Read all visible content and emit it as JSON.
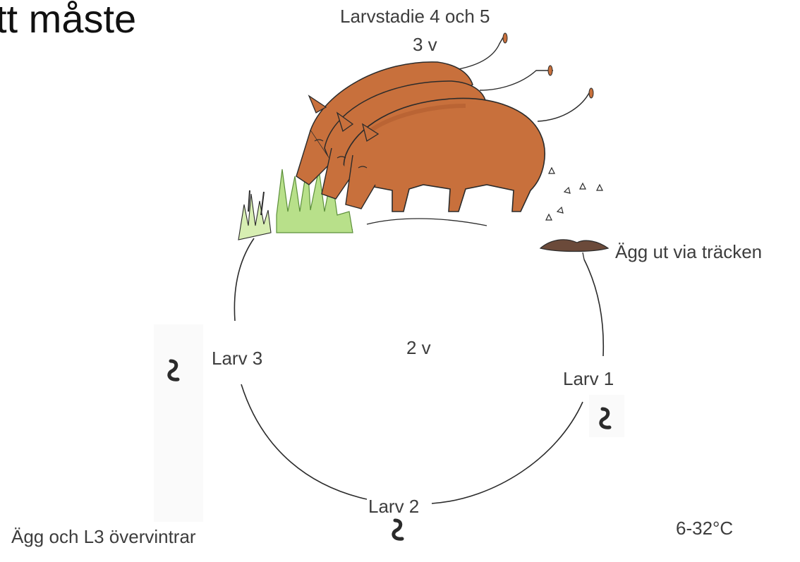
{
  "heading": "tt måste",
  "labels": {
    "stage45_title": "Larvstadie 4 och 5",
    "stage45_duration": "3 v",
    "eggs_out": "Ägg ut via träcken",
    "center_duration": "2 v",
    "larva3": "Larv 3",
    "larva1": "Larv 1",
    "larva2": "Larv 2",
    "overwinter": "Ägg och L3 övervintrar",
    "temperature": "6-32°C"
  },
  "colors": {
    "boar_fill": "#c8703c",
    "boar_shade": "#a8562a",
    "grass_light": "#b8e08a",
    "grass_dark": "#5c8f3a",
    "line": "#2b2b2b",
    "dung": "#6b4a3a"
  },
  "icons": [
    "wild-boar-illustration",
    "grass-tuft-icon",
    "fly-icon",
    "dung-pile-icon",
    "larva-icon"
  ]
}
